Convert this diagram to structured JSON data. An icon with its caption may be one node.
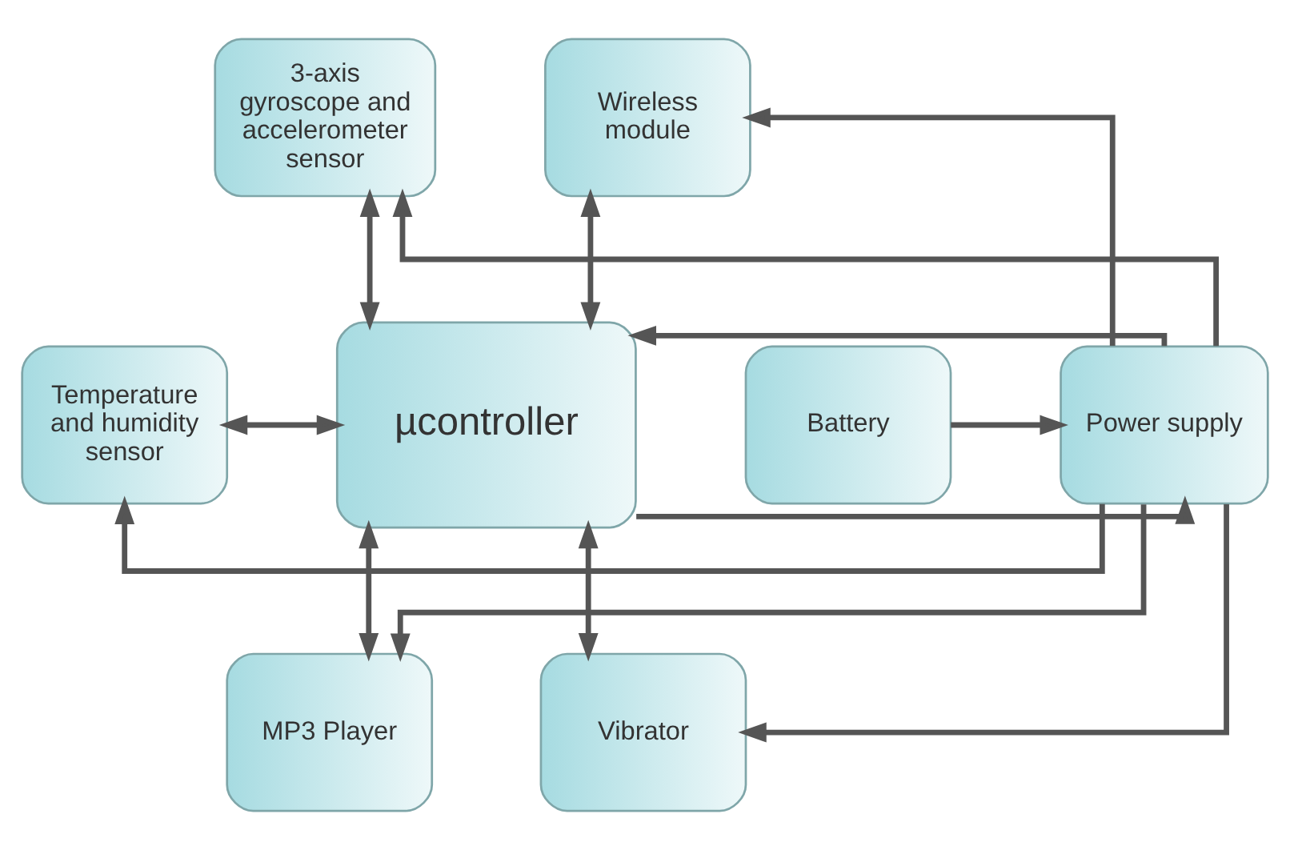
{
  "diagram": {
    "nodes": [
      {
        "text": [
          "3-axis gyroscope and accelerometer sensor"
        ]
      },
      {
        "text": [
          "Wireless module"
        ]
      },
      {
        "text": [
          "Temperature and humidity sensor"
        ]
      },
      {
        "text": [
          "µcontroller"
        ]
      },
      {
        "text": [
          "Power supply"
        ]
      },
      {
        "text": [
          "Battery"
        ]
      },
      {
        "text": [
          "MP3 Player"
        ]
      },
      {
        "text": [
          "Vibrator"
        ]
      }
    ],
    "edges": [
      {
        "from": 0,
        "to": 3,
        "arrow": "both"
      },
      {
        "from": 1,
        "to": 3,
        "arrow": "both"
      },
      {
        "from": 2,
        "to": 3,
        "arrow": "both"
      },
      {
        "from": 3,
        "to": 4,
        "arrow": "to"
      },
      {
        "from": 4,
        "to": 3,
        "arrow": "to"
      },
      {
        "from": 5,
        "to": 4,
        "arrow": "to"
      },
      {
        "from": 3,
        "to": 6,
        "arrow": "both"
      },
      {
        "from": 3,
        "to": 7,
        "arrow": "both"
      },
      {
        "from": 4,
        "to": 0,
        "arrow": "to"
      },
      {
        "from": 4,
        "to": 1,
        "arrow": "to"
      },
      {
        "from": 4,
        "to": 2,
        "arrow": "to"
      },
      {
        "from": 4,
        "to": 7,
        "arrow": "to"
      },
      {
        "from": 4,
        "to": 6,
        "arrow": "to"
      }
    ]
  }
}
